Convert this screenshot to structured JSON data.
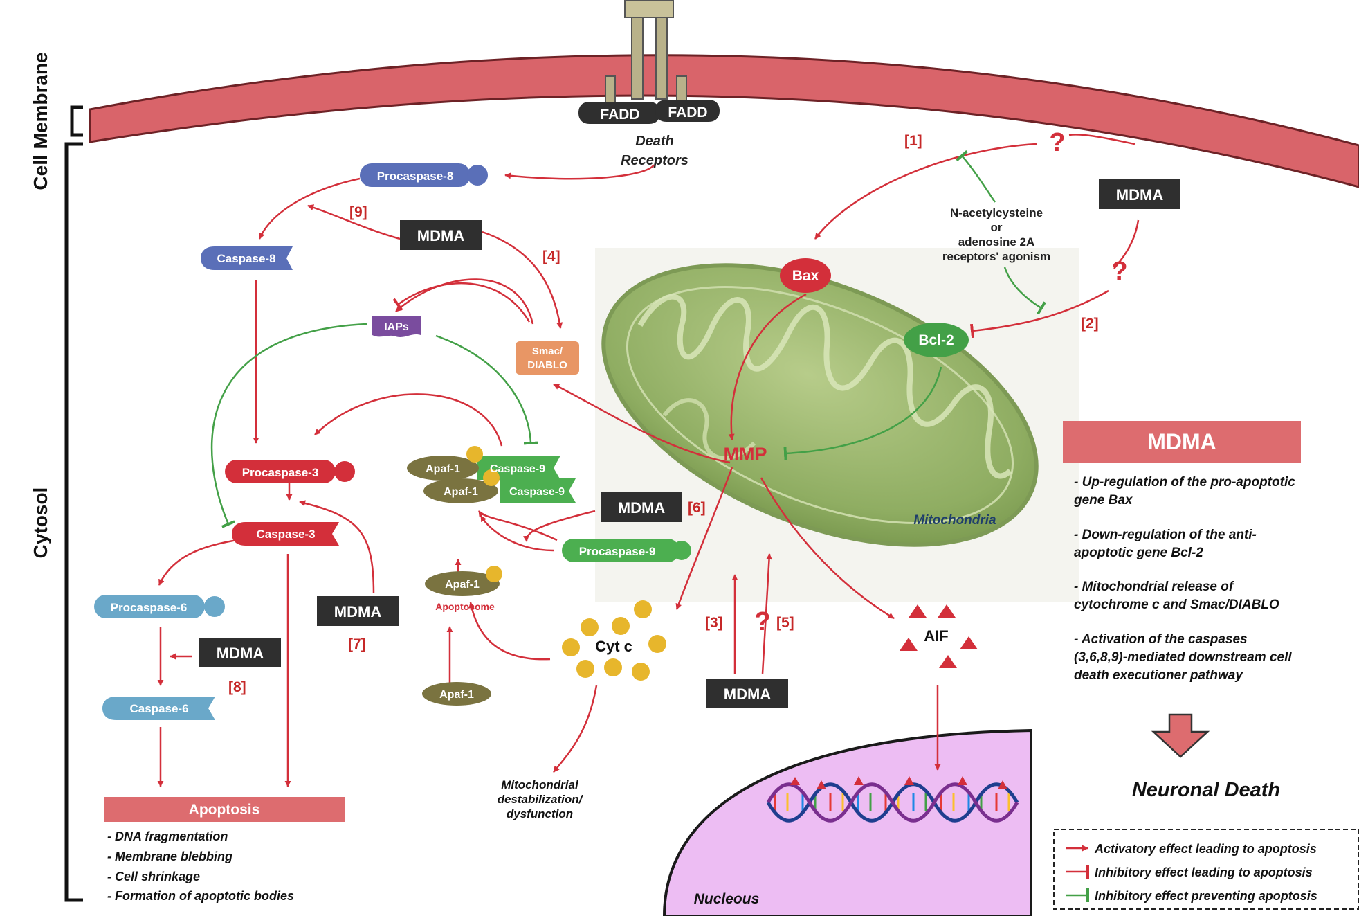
{
  "regions": {
    "cell_membrane": "Cell Membrane",
    "cytosol": "Cytosol",
    "mitochondria": "Mitochondria",
    "nucleus": "Nucleous"
  },
  "death_receptor": {
    "fadd_left": "FADD",
    "fadd_right": "FADD",
    "label_line1": "Death",
    "label_line2": "Receptors"
  },
  "proteins": {
    "procaspase8": "Procaspase-8",
    "caspase8": "Caspase-8",
    "iaps": "IAPs",
    "smac_line1": "Smac/",
    "smac_line2": "DIABLO",
    "procaspase3": "Procaspase-3",
    "caspase3": "Caspase-3",
    "procaspase6": "Procaspase-6",
    "caspase6": "Caspase-6",
    "apaf1": "Apaf-1",
    "caspase9": "Caspase-9",
    "procaspase9": "Procaspase-9",
    "apoptosome": "Apoptosome",
    "cytc": "Cyt c",
    "bax": "Bax",
    "bcl2": "Bcl-2",
    "mmp": "MMP",
    "aif": "AIF"
  },
  "mdma_label": "MDMA",
  "question_mark": "?",
  "steps": [
    "[1]",
    "[2]",
    "[3]",
    "[4]",
    "[5]",
    "[6]",
    "[7]",
    "[8]",
    "[9]"
  ],
  "nac_text": [
    "N-acetylcysteine",
    "or",
    "adenosine 2A",
    "receptors' agonism"
  ],
  "mito_dysfunction": [
    "Mitochondrial",
    "destabilization/",
    "dysfunction"
  ],
  "apoptosis": {
    "title": "Apoptosis",
    "items": [
      "- DNA fragmentation",
      "- Membrane blebbing",
      "- Cell shrinkage",
      "- Formation of apoptotic bodies"
    ]
  },
  "summary": {
    "title": "MDMA",
    "items": [
      [
        "- Up-regulation of the pro-apoptotic",
        "gene Bax"
      ],
      [
        "- Down-regulation of the anti-",
        "apoptotic gene Bcl-2"
      ],
      [
        "- Mitochondrial release of",
        "cytochrome c and Smac/DIABLO"
      ],
      [
        "- Activation of the caspases",
        "(3,6,8,9)-mediated downstream cell",
        "death executioner pathway"
      ]
    ],
    "outcome": "Neuronal Death"
  },
  "legend": [
    {
      "label": "Activatory effect leading to apoptosis",
      "color": "#d32f3a"
    },
    {
      "label": "Inhibitory effect leading to apoptosis",
      "color": "#d32f3a"
    },
    {
      "label": "Inhibitory effect  preventing apoptosis",
      "color": "#43a047"
    }
  ],
  "colors": {
    "activating": "#d32f3a",
    "protective": "#43a047",
    "membrane": "#d9646a",
    "mdma_box": "#2f2f2f"
  }
}
